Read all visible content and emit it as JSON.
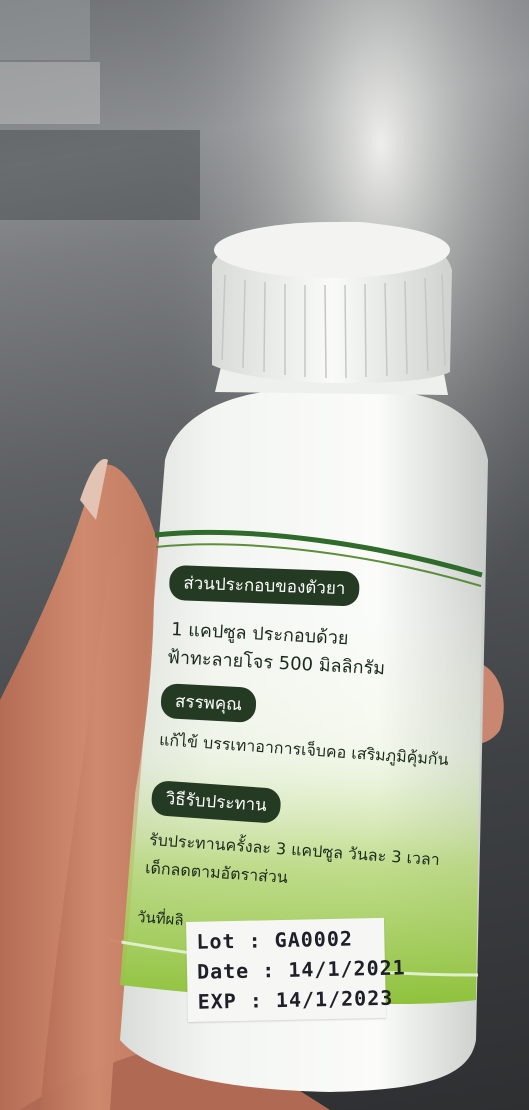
{
  "label": {
    "section_ingredients": "ส่วนประกอบของตัวยา",
    "ingredients_line1": "1 แคปซูล ประกอบด้วย",
    "ingredients_line2": "ฟ้าทะลายโจร 500 มิลลิกรัม",
    "section_benefits": "สรรพคุณ",
    "benefits_text": "แก้ไข้ บรรเทาอาการเจ็บคอ เสริมภูมิคุ้มกัน",
    "section_usage": "วิธีรับประทาน",
    "usage_line1": "รับประทานครั้งละ 3 แคปซูล วันละ 3 เวลา",
    "usage_line2": "เด็กลดตามอัตราส่วน",
    "partial_text": "วันที่ผลิ"
  },
  "sticker": {
    "lot_line": "Lot  : GA0002",
    "date_line": "Date : 14/1/2021",
    "exp_line": "EXP  : 14/1/2023"
  }
}
